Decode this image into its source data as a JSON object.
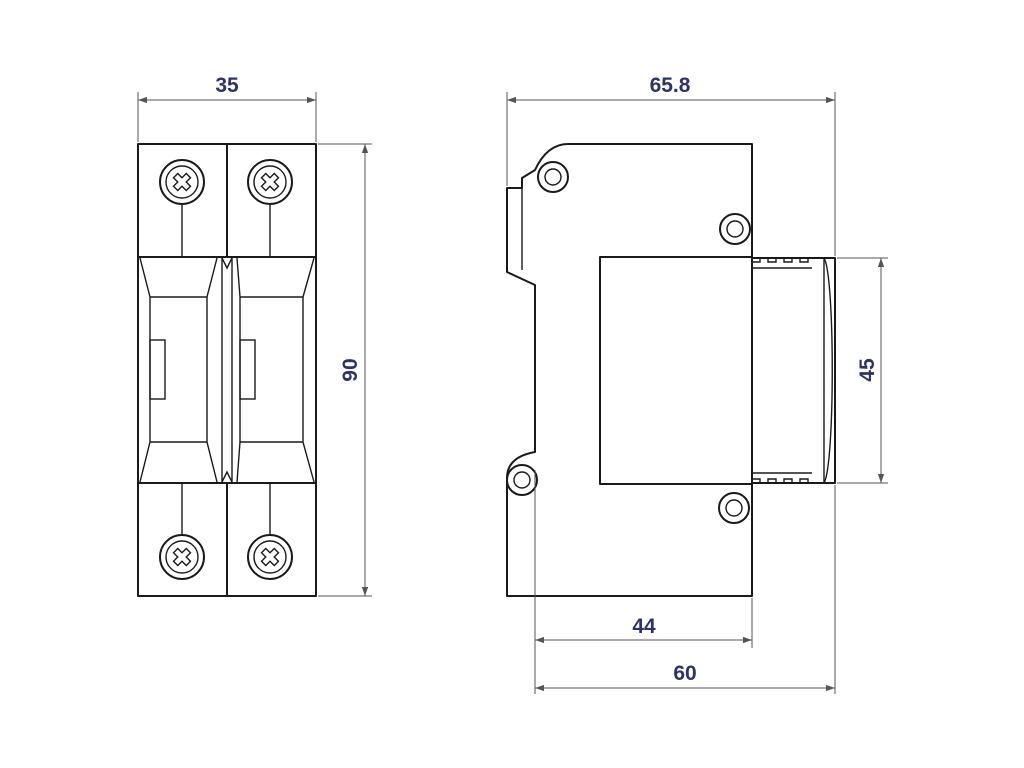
{
  "colors": {
    "outline": "#1a1a1a",
    "dimension_line": "#555555",
    "dimension_text": "#2e3366",
    "background": "#ffffff"
  },
  "dimensions": {
    "front_width": "35",
    "height": "90",
    "side_depth": "65.8",
    "cover_height": "45",
    "bottom_inner": "44",
    "bottom_outer": "60"
  }
}
